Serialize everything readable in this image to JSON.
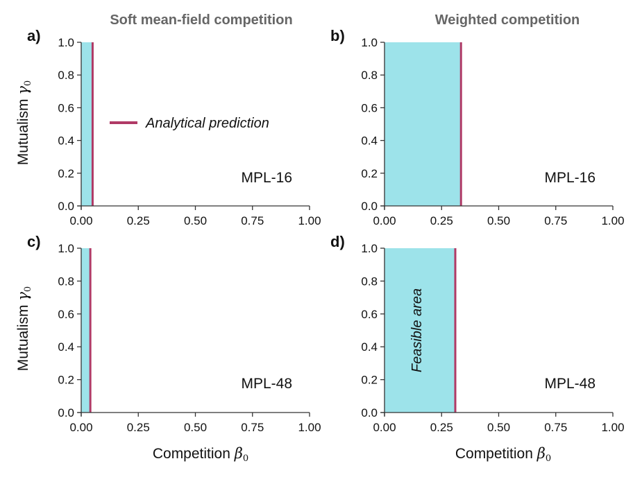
{
  "colors": {
    "feasible": "#9de3ea",
    "prediction": "#b03a66",
    "axis": "#333333",
    "column_title": "#666666"
  },
  "column_titles": [
    "Soft mean-field competition",
    "Weighted competition"
  ],
  "axis_titles": {
    "x": {
      "text": "Competition ",
      "symbol": "β",
      "sub": "0"
    },
    "y": {
      "text": "Mutualism ",
      "symbol": "γ",
      "sub": "0"
    }
  },
  "legend": {
    "label": "Analytical prediction"
  },
  "annotation": {
    "text": "Feasible area"
  },
  "chart_data": [
    {
      "type": "area",
      "panel": "a)",
      "network_label": "MPL-16",
      "xlim": [
        0,
        1.0
      ],
      "ylim": [
        0,
        1.0
      ],
      "xticks": [
        "0.00",
        "0.25",
        "0.50",
        "0.75",
        "1.00"
      ],
      "yticks": [
        "0.0",
        "0.2",
        "0.4",
        "0.6",
        "0.8",
        "1.0"
      ],
      "feasible_area": {
        "x": [
          0,
          0.05
        ],
        "y": [
          0,
          1.0
        ]
      },
      "analytical_prediction": 0.05
    },
    {
      "type": "area",
      "panel": "b)",
      "network_label": "MPL-16",
      "xlim": [
        0,
        1.0
      ],
      "ylim": [
        0,
        1.0
      ],
      "xticks": [
        "0.00",
        "0.25",
        "0.50",
        "0.75",
        "1.00"
      ],
      "yticks": [
        "0.0",
        "0.2",
        "0.4",
        "0.6",
        "0.8",
        "1.0"
      ],
      "feasible_area": {
        "x": [
          0,
          0.335
        ],
        "y": [
          0,
          1.0
        ]
      },
      "analytical_prediction": 0.335
    },
    {
      "type": "area",
      "panel": "c)",
      "network_label": "MPL-48",
      "xlim": [
        0,
        1.0
      ],
      "ylim": [
        0,
        1.0
      ],
      "xticks": [
        "0.00",
        "0.25",
        "0.50",
        "0.75",
        "1.00"
      ],
      "yticks": [
        "0.0",
        "0.2",
        "0.4",
        "0.6",
        "0.8",
        "1.0"
      ],
      "feasible_area": {
        "x": [
          0,
          0.04
        ],
        "y": [
          0,
          1.0
        ]
      },
      "analytical_prediction": 0.04
    },
    {
      "type": "area",
      "panel": "d)",
      "network_label": "MPL-48",
      "xlim": [
        0,
        1.0
      ],
      "ylim": [
        0,
        1.0
      ],
      "xticks": [
        "0.00",
        "0.25",
        "0.50",
        "0.75",
        "1.00"
      ],
      "yticks": [
        "0.0",
        "0.2",
        "0.4",
        "0.6",
        "0.8",
        "1.0"
      ],
      "feasible_area": {
        "x": [
          0,
          0.31
        ],
        "y": [
          0,
          1.0
        ]
      },
      "analytical_prediction": 0.31
    }
  ]
}
